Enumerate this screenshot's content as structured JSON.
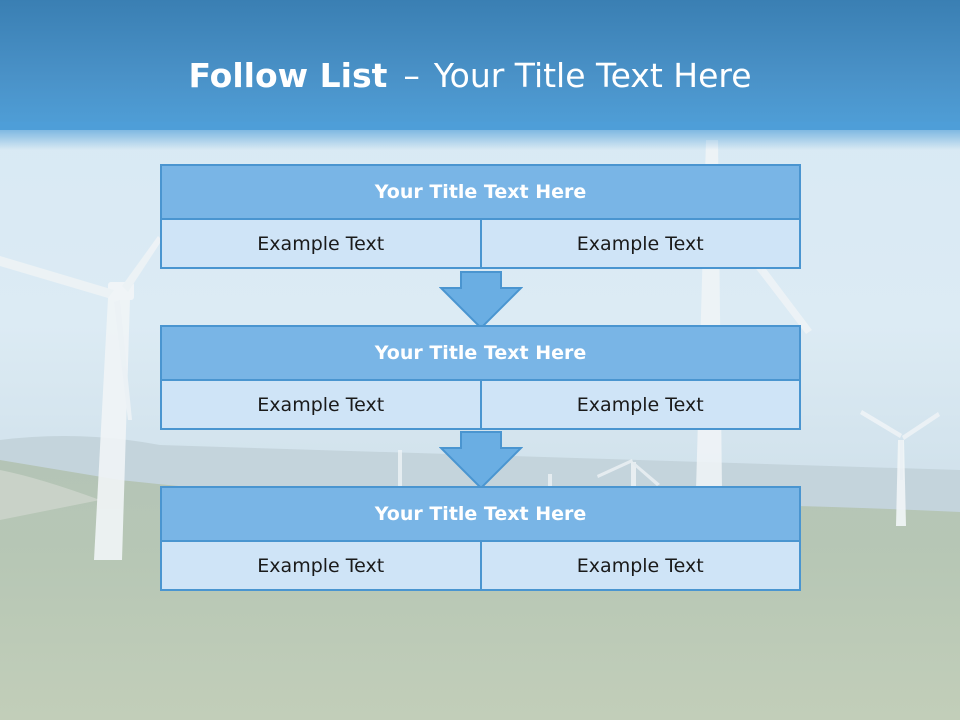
{
  "slide": {
    "title_bold": "Follow List",
    "title_dash": "–",
    "title_rest": "Your Title Text Here"
  },
  "steps": [
    {
      "title": "Your Title Text Here",
      "left": "Example Text",
      "right": "Example Text"
    },
    {
      "title": "Your Title Text Here",
      "left": "Example Text",
      "right": "Example Text"
    },
    {
      "title": "Your Title Text Here",
      "left": "Example Text",
      "right": "Example Text"
    }
  ],
  "colors": {
    "header_blue": "#4a92c8",
    "box_title_fill": "#79b5e6",
    "box_cell_fill": "#cfe4f7",
    "box_border": "#4a95d0",
    "arrow_fill": "#6aaee3"
  },
  "background": {
    "scene": "wind-turbines-on-grassy-hill"
  }
}
